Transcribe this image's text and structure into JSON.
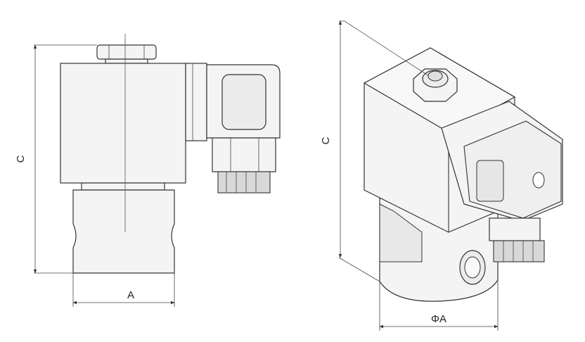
{
  "side_view": {
    "width_label": "A",
    "height_label": "C"
  },
  "iso_view": {
    "diameter_label": "ΦA",
    "height_label": "C"
  }
}
